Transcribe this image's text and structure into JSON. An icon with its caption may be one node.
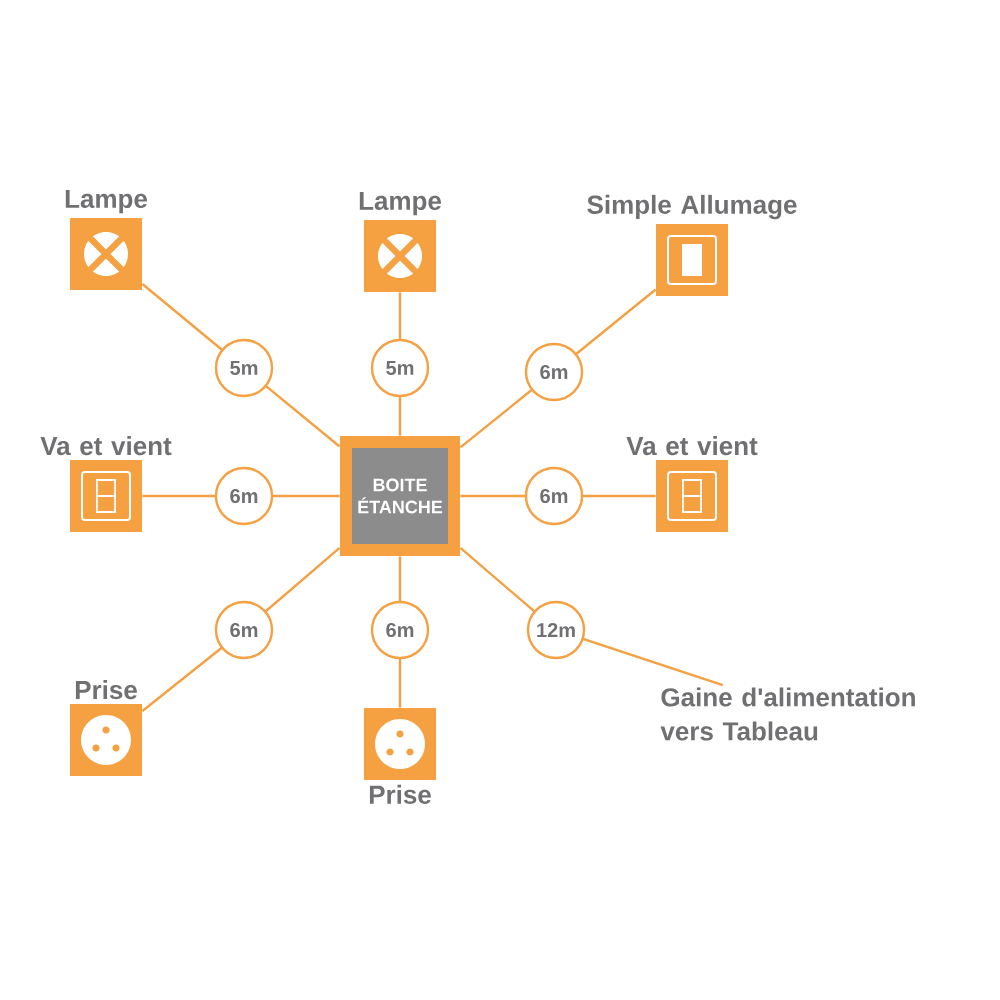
{
  "diagram": {
    "nodes": [
      {
        "text": [
          "BOITE ÉTANCHE"
        ]
      },
      {
        "text": [
          "Lampe"
        ]
      },
      {
        "text": [
          "Lampe"
        ]
      },
      {
        "text": [
          "Simple Allumage"
        ]
      },
      {
        "text": [
          "Va et vient"
        ]
      },
      {
        "text": [
          "Va et vient"
        ]
      },
      {
        "text": [
          "Prise"
        ]
      },
      {
        "text": [
          "Prise"
        ]
      },
      {
        "text": [
          "Gaine d'alimentation vers Tableau"
        ]
      }
    ],
    "edges": [
      {
        "from": 0,
        "to": 1,
        "arrow": "none",
        "label": "5m"
      },
      {
        "from": 0,
        "to": 2,
        "arrow": "none",
        "label": "5m"
      },
      {
        "from": 0,
        "to": 3,
        "arrow": "none",
        "label": "6m"
      },
      {
        "from": 0,
        "to": 4,
        "arrow": "none",
        "label": "6m"
      },
      {
        "from": 0,
        "to": 5,
        "arrow": "none",
        "label": "6m"
      },
      {
        "from": 0,
        "to": 6,
        "arrow": "none",
        "label": "6m"
      },
      {
        "from": 0,
        "to": 7,
        "arrow": "none",
        "label": "6m"
      },
      {
        "from": 0,
        "to": 8,
        "arrow": "none",
        "label": "12m"
      }
    ]
  }
}
